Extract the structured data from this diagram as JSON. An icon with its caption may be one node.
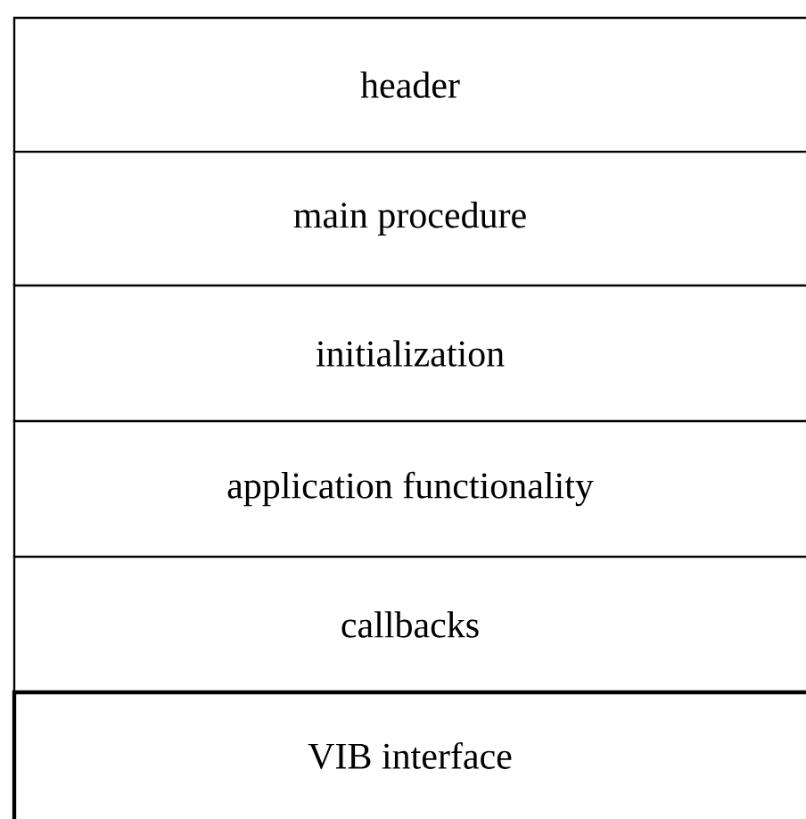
{
  "diagram": {
    "nodes": [
      {
        "text": [
          "header"
        ]
      },
      {
        "text": [
          "main procedure"
        ]
      },
      {
        "text": [
          "initialization"
        ]
      },
      {
        "text": [
          "application functionality"
        ]
      },
      {
        "text": [
          "callbacks"
        ]
      },
      {
        "text": [
          "VIB interface"
        ]
      }
    ]
  }
}
